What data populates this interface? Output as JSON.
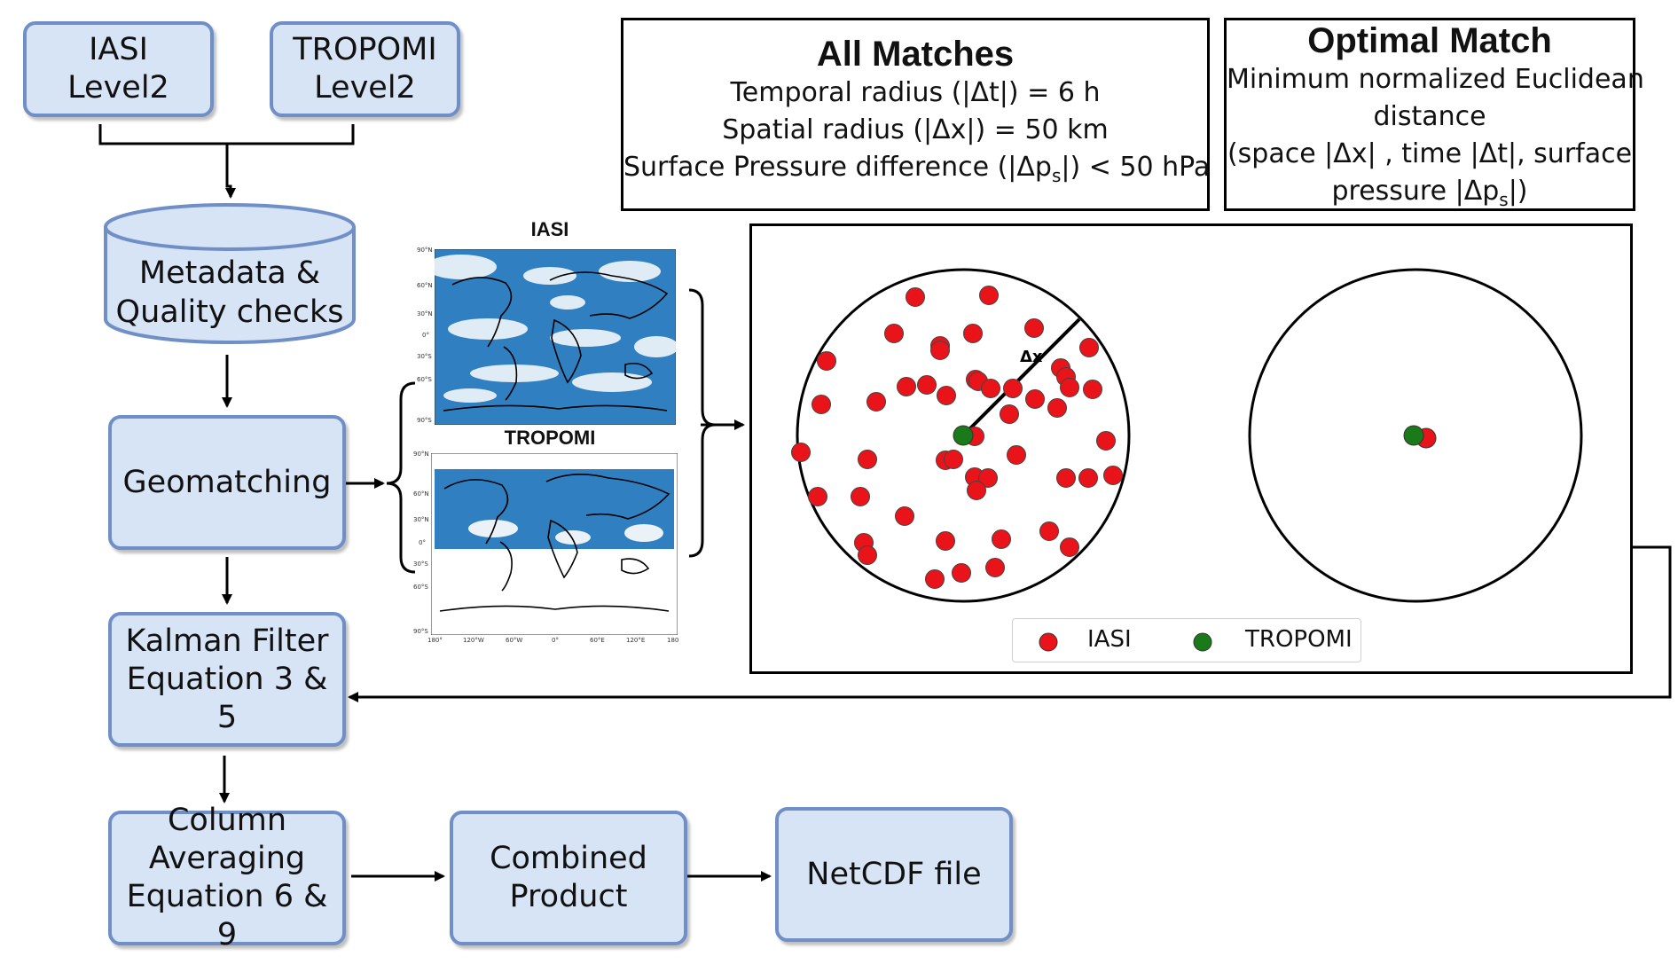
{
  "flow": {
    "iasi_l2": [
      "IASI",
      "Level2"
    ],
    "tropomi_l2": [
      "TROPOMI",
      "Level2"
    ],
    "metadata": [
      "Metadata &",
      "Quality checks"
    ],
    "geomatching": [
      "Geomatching"
    ],
    "kalman": [
      "Kalman Filter",
      "Equation 3 & 5"
    ],
    "column_avg": [
      "Column",
      "Averaging",
      "Equation 6 & 9"
    ],
    "combined": [
      "Combined",
      "Product"
    ],
    "netcdf": [
      "NetCDF file"
    ]
  },
  "all_matches": {
    "title": "All Matches",
    "lines": [
      "Temporal radius  (|Δt|) = 6 h",
      "Spatial radius (|Δx|) = 50 km",
      "Surface Pressure difference (|Δp",
      "s",
      "|) < 50 hPa"
    ]
  },
  "optimal_match": {
    "title": "Optimal Match",
    "lines": [
      "Minimum normalized Euclidean",
      "distance",
      "(space |Δx| , time |Δt|, surface",
      "pressure |Δp",
      "s",
      "|)"
    ]
  },
  "maps": {
    "iasi_title": "IASI",
    "tropomi_title": "TROPOMI",
    "lat_ticks": [
      "90°N",
      "60°N",
      "30°N",
      "0°",
      "30°S",
      "60°S",
      "90°S"
    ],
    "lon_ticks": [
      "180°",
      "120°W",
      "60°W",
      "0°",
      "60°E",
      "120°E",
      "180"
    ]
  },
  "match_diagram": {
    "radius_label": "Δx",
    "legend": [
      "IASI",
      "TROPOMI"
    ],
    "colors": {
      "iasi": "#e8141a",
      "tropomi": "#1a7a1a"
    }
  },
  "colors": {
    "box_fill": "#d7e4f6",
    "box_border": "#6f8fc6",
    "ocean": "#2f7fc1"
  }
}
